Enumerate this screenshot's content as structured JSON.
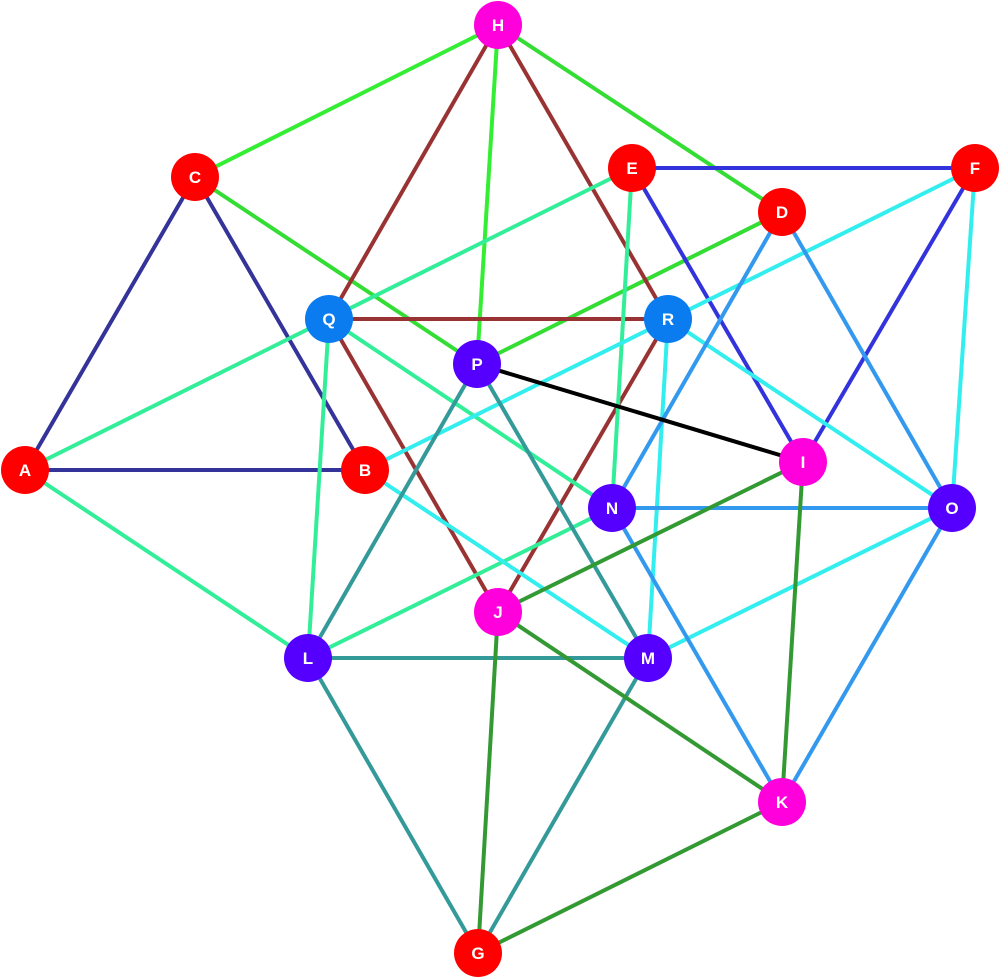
{
  "nodes": [
    {
      "id": "A",
      "label": "A",
      "color": "#ff0000"
    },
    {
      "id": "B",
      "label": "B",
      "color": "#ff0000"
    },
    {
      "id": "C",
      "label": "C",
      "color": "#ff0000"
    },
    {
      "id": "D",
      "label": "D",
      "color": "#ff0000"
    },
    {
      "id": "E",
      "label": "E",
      "color": "#ff0000"
    },
    {
      "id": "F",
      "label": "F",
      "color": "#ff0000"
    },
    {
      "id": "G",
      "label": "G",
      "color": "#ff0000"
    },
    {
      "id": "H",
      "label": "H",
      "color": "#ff00dd"
    },
    {
      "id": "I",
      "label": "I",
      "color": "#ff00dd"
    },
    {
      "id": "J",
      "label": "J",
      "color": "#ff00dd"
    },
    {
      "id": "K",
      "label": "K",
      "color": "#ff00dd"
    },
    {
      "id": "L",
      "label": "L",
      "color": "#5500ff"
    },
    {
      "id": "M",
      "label": "M",
      "color": "#5500ff"
    },
    {
      "id": "N",
      "label": "N",
      "color": "#5500ff"
    },
    {
      "id": "O",
      "label": "O",
      "color": "#5500ff"
    },
    {
      "id": "P",
      "label": "P",
      "color": "#5500ff"
    },
    {
      "id": "Q",
      "label": "Q",
      "color": "#0a7cf0"
    },
    {
      "id": "R",
      "label": "R",
      "color": "#0a7cf0"
    }
  ],
  "edges": [
    {
      "from": "A",
      "to": "C",
      "color": "#333399"
    },
    {
      "from": "A",
      "to": "B",
      "color": "#333399"
    },
    {
      "from": "C",
      "to": "B",
      "color": "#333399"
    },
    {
      "from": "C",
      "to": "H",
      "color": "#33ee33"
    },
    {
      "from": "C",
      "to": "P",
      "color": "#33dd33"
    },
    {
      "from": "H",
      "to": "D",
      "color": "#33dd33"
    },
    {
      "from": "H",
      "to": "P",
      "color": "#33ee33"
    },
    {
      "from": "D",
      "to": "P",
      "color": "#33dd33"
    },
    {
      "from": "H",
      "to": "Q",
      "color": "#993333"
    },
    {
      "from": "H",
      "to": "R",
      "color": "#993333"
    },
    {
      "from": "Q",
      "to": "R",
      "color": "#993333"
    },
    {
      "from": "Q",
      "to": "J",
      "color": "#993333"
    },
    {
      "from": "R",
      "to": "J",
      "color": "#993333"
    },
    {
      "from": "E",
      "to": "F",
      "color": "#3333dd"
    },
    {
      "from": "E",
      "to": "I",
      "color": "#3333dd"
    },
    {
      "from": "F",
      "to": "I",
      "color": "#3333dd"
    },
    {
      "from": "E",
      "to": "A",
      "color": "#33ee99"
    },
    {
      "from": "E",
      "to": "N",
      "color": "#33ee99"
    },
    {
      "from": "Q",
      "to": "N",
      "color": "#33ee99"
    },
    {
      "from": "Q",
      "to": "L",
      "color": "#33ee99"
    },
    {
      "from": "A",
      "to": "L",
      "color": "#33ee99"
    },
    {
      "from": "N",
      "to": "L",
      "color": "#33ee99"
    },
    {
      "from": "F",
      "to": "B",
      "color": "#33eeee"
    },
    {
      "from": "F",
      "to": "O",
      "color": "#33eeee"
    },
    {
      "from": "R",
      "to": "O",
      "color": "#33eeee"
    },
    {
      "from": "R",
      "to": "M",
      "color": "#33eeee"
    },
    {
      "from": "B",
      "to": "M",
      "color": "#33eeee"
    },
    {
      "from": "O",
      "to": "M",
      "color": "#33eeee"
    },
    {
      "from": "D",
      "to": "N",
      "color": "#3399ee"
    },
    {
      "from": "D",
      "to": "O",
      "color": "#3399ee"
    },
    {
      "from": "N",
      "to": "O",
      "color": "#3399ee"
    },
    {
      "from": "N",
      "to": "K",
      "color": "#3399ee"
    },
    {
      "from": "O",
      "to": "K",
      "color": "#3399ee"
    },
    {
      "from": "P",
      "to": "I",
      "color": "#000000"
    },
    {
      "from": "P",
      "to": "L",
      "color": "#339999"
    },
    {
      "from": "P",
      "to": "M",
      "color": "#339999"
    },
    {
      "from": "L",
      "to": "M",
      "color": "#339999"
    },
    {
      "from": "L",
      "to": "G",
      "color": "#339999"
    },
    {
      "from": "M",
      "to": "G",
      "color": "#339999"
    },
    {
      "from": "I",
      "to": "J",
      "color": "#339933"
    },
    {
      "from": "I",
      "to": "K",
      "color": "#339933"
    },
    {
      "from": "J",
      "to": "K",
      "color": "#339933"
    },
    {
      "from": "J",
      "to": "G",
      "color": "#339933"
    },
    {
      "from": "K",
      "to": "G",
      "color": "#339933"
    }
  ]
}
